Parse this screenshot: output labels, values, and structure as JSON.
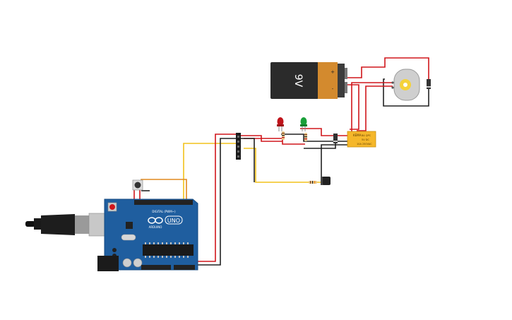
{
  "battery": {
    "label": "9V",
    "plus": "+",
    "minus": "-"
  },
  "arduino": {
    "brand": "ARDUINO",
    "model": "UNO",
    "digital_label": "DIGITAL (PWM~)",
    "logo": "infinity-logo"
  },
  "relay": {
    "label_line1": "KEMA",
    "label_line2": "B4 QPC",
    "label_line3": "5V DC",
    "label_line4": "10A 250VAC"
  },
  "colors": {
    "wire_red": "#d0161b",
    "wire_black": "#222222",
    "wire_yellow": "#f2c21b",
    "wire_orange": "#e08a1e",
    "board_blue": "#1f5e9f",
    "relay_yellow": "#f5b72a",
    "battery_body": "#2a2a2a",
    "battery_cap": "#d38a2e"
  }
}
